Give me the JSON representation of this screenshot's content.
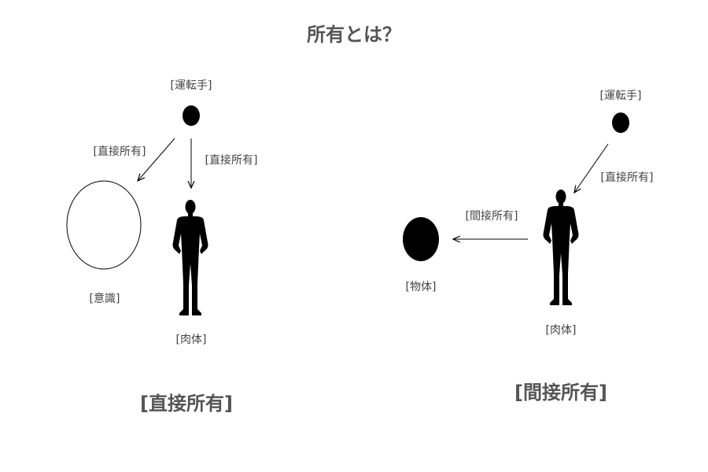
{
  "title": "所有とは？",
  "left": {
    "driver_label": "[運転手]",
    "arrow_to_consciousness_label": "[直接所有]",
    "arrow_to_body_label": "[直接所有]",
    "consciousness_label": "[意識]",
    "body_label": "[肉体]",
    "caption": "[直接所有]"
  },
  "right": {
    "driver_label": "[運転手]",
    "arrow_to_body_label": "[直接所有]",
    "arrow_to_object_label": "[間接所有]",
    "object_label": "[物体]",
    "body_label": "[肉体]",
    "caption": "[間接所有]"
  },
  "colors": {
    "ink": "#000000",
    "text": "#444444",
    "heading": "#555555"
  },
  "icons": {
    "driver": "filled-circle",
    "consciousness": "outline-circle",
    "body": "human-silhouette",
    "object": "filled-circle"
  }
}
